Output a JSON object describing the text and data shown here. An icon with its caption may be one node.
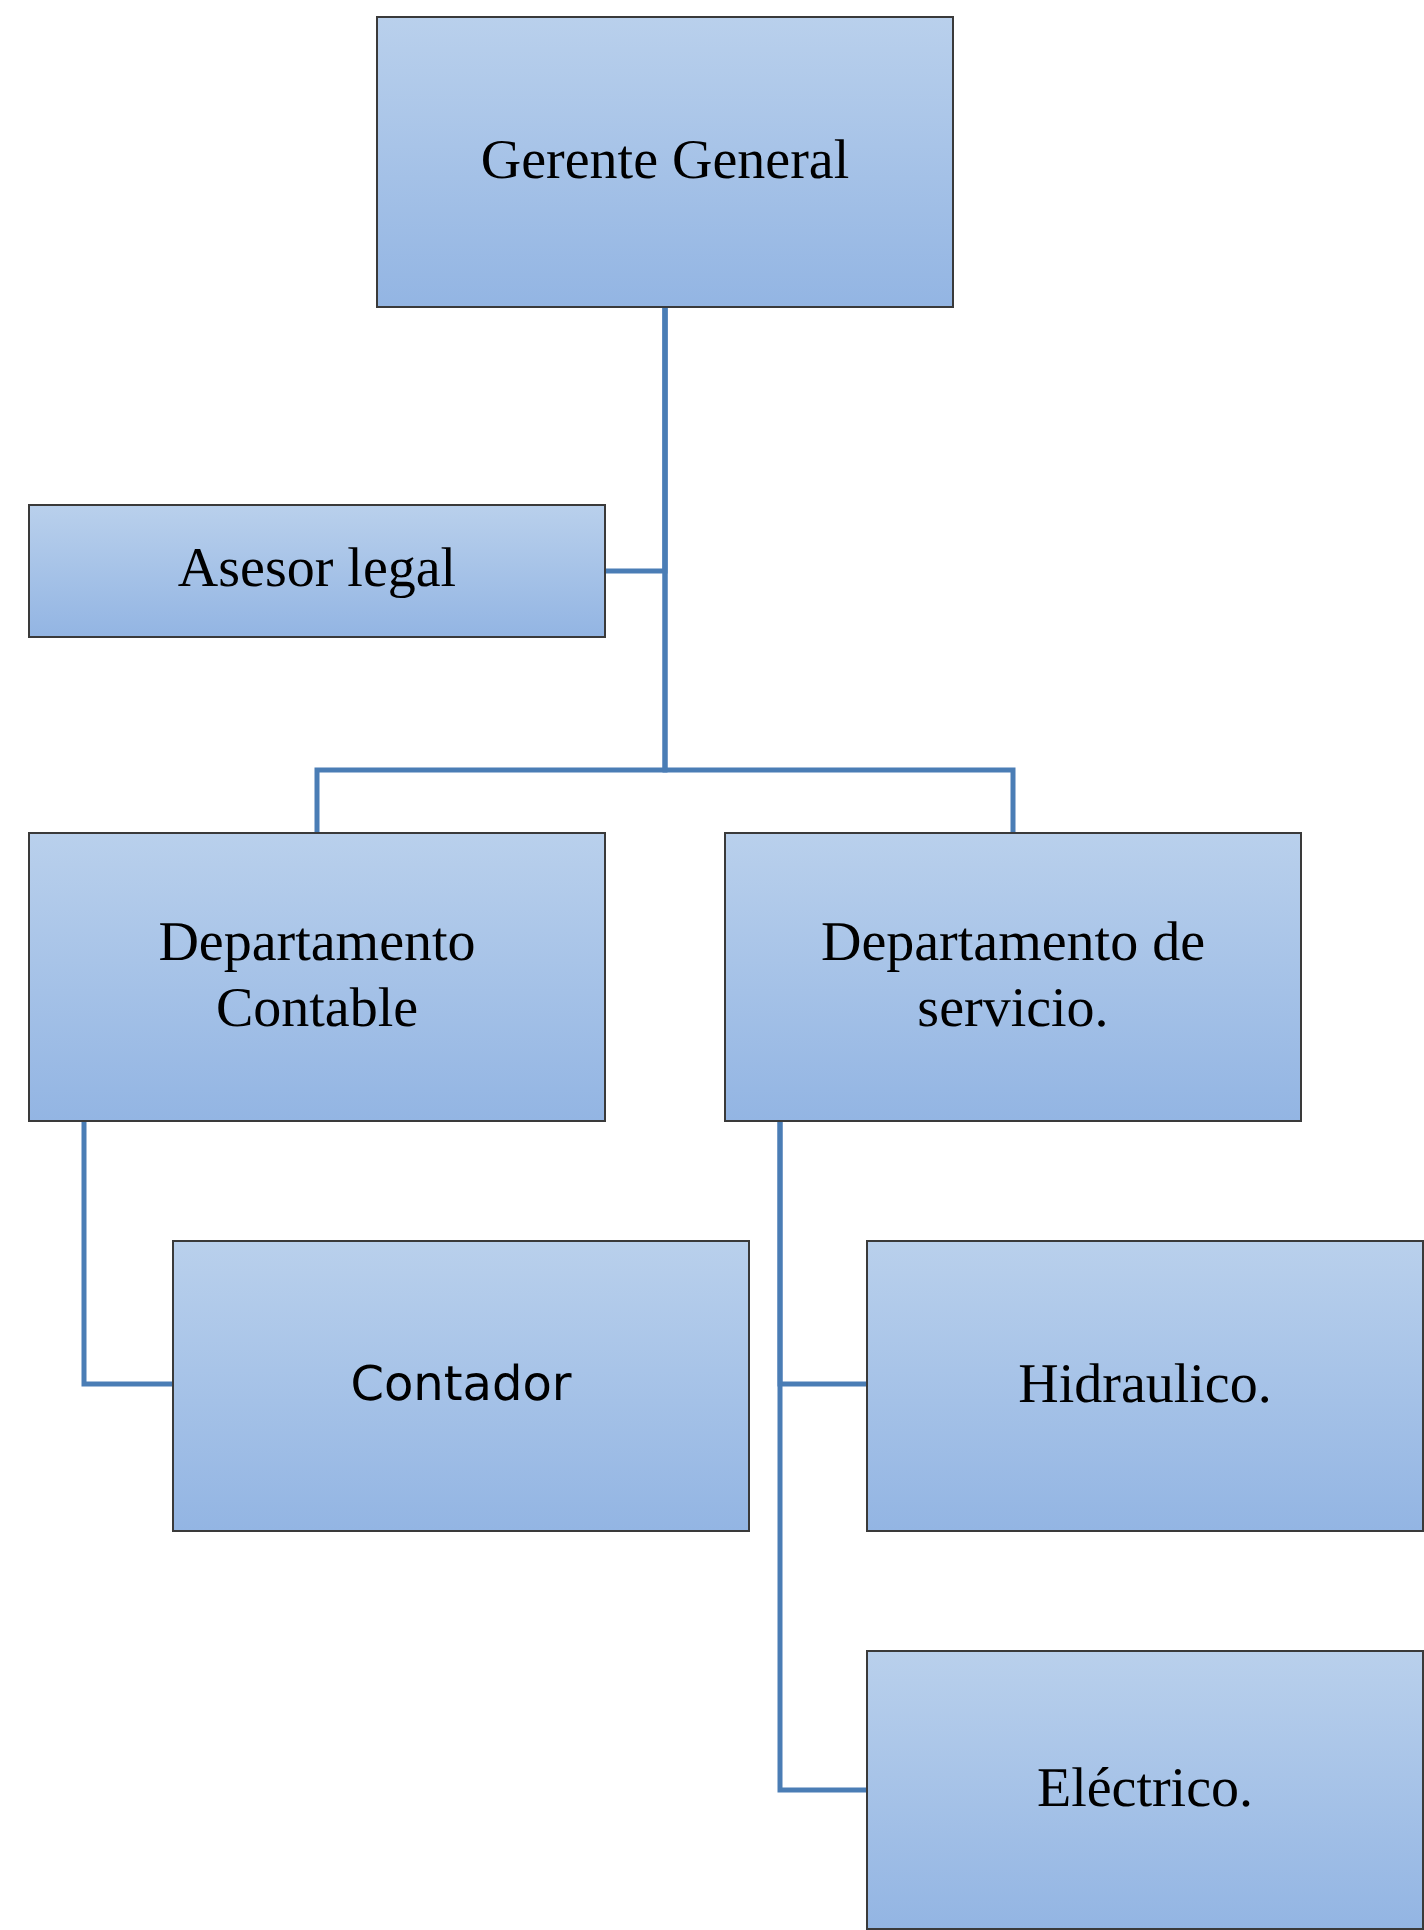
{
  "diagram": {
    "nodes": [
      {
        "text": [
          "Gerente General"
        ]
      },
      {
        "text": [
          "Asesor legal"
        ]
      },
      {
        "text": [
          "Departamento Contable"
        ]
      },
      {
        "text": [
          "Departamento de servicio."
        ]
      },
      {
        "text": [
          "Contador"
        ]
      },
      {
        "text": [
          "Hidraulico."
        ]
      },
      {
        "text": [
          "Eléctrico."
        ]
      }
    ],
    "edges": [
      {
        "from": 0,
        "to": 1,
        "arrow": "none"
      },
      {
        "from": 0,
        "to": 2,
        "arrow": "none"
      },
      {
        "from": 0,
        "to": 3,
        "arrow": "none"
      },
      {
        "from": 2,
        "to": 4,
        "arrow": "none"
      },
      {
        "from": 3,
        "to": 5,
        "arrow": "none"
      },
      {
        "from": 3,
        "to": 6,
        "arrow": "none"
      }
    ]
  }
}
